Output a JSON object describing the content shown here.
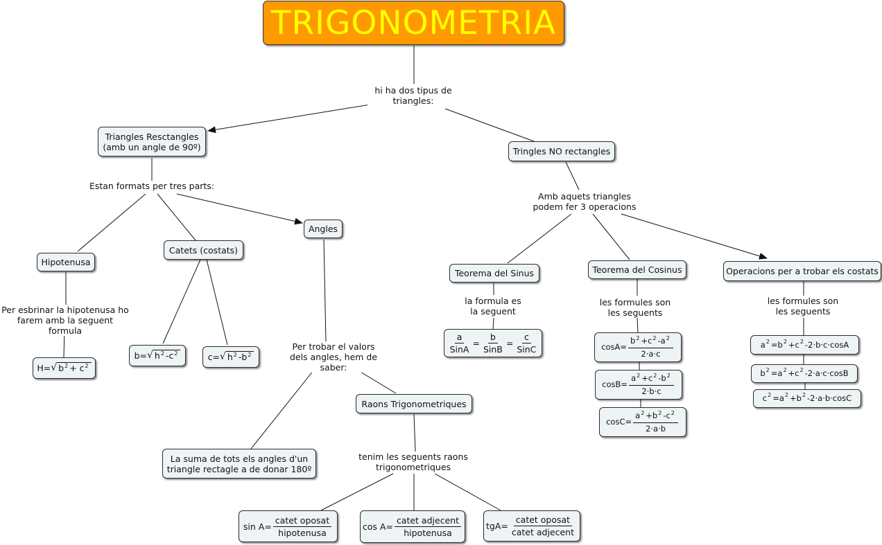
{
  "title": "TRIGONOMETRIA",
  "link_phrases": {
    "two_types": "hi ha dos tipus de\ntriangles:",
    "three_parts": "Estan formats per tres parts:",
    "three_ops": "Amb aquets triangles\npodem fer 3 operacions",
    "hyp_phrase": "Per esbrinar la hipotenusa ho\nfarem amb la seguent formula",
    "angles_phrase": "Per trobar el valors\ndels angles, hem de saber:",
    "trig_ratios_phrase": "tenim les seguents raons\ntrigonometriques",
    "sine_phrase": "la formula es\nla seguent",
    "cosine_phrase": "les formules son\nles seguents",
    "sides_phrase": "les formules son\nles seguents"
  },
  "concepts": {
    "right_triangles": "Triangles Resctangles\n(amb un angle de 90º)",
    "non_right": "Tringles NO rectangles",
    "hypotenuse": "Hipotenusa",
    "legs": "Catets (costats)",
    "angles": "Angles",
    "sine_theorem": "Teorema del Sinus",
    "cosine_theorem": "Teorema del Cosinus",
    "side_ops": "Operacions per a trobar els costats",
    "trig_ratios": "Raons Trigonometriques",
    "angle_sum": "La suma de tots els angles d'un\ntriangle rectagle a de donar 180º"
  },
  "formulas": {
    "hyp": {
      "lhs": "H=",
      "a": "b",
      "b": "c",
      "exp": "2",
      "op": "+"
    },
    "leg_b": {
      "lhs": "b=",
      "a": "h",
      "b": "c",
      "exp": "2",
      "op": "-"
    },
    "leg_c": {
      "lhs": "c=",
      "a": "h",
      "b": "b",
      "exp": "2",
      "op": "-"
    },
    "sine": {
      "t1n": "a",
      "t1d": "SinA",
      "t2n": "b",
      "t2d": "SinB",
      "t3n": "c",
      "t3d": "SinC",
      "eq": "="
    },
    "cosA": {
      "lhs": "cosA=",
      "num": [
        "b",
        "+c",
        "-a"
      ],
      "den": "2·a·c"
    },
    "cosB": {
      "lhs": "cosB=",
      "num": [
        "a",
        "+c",
        "-b"
      ],
      "den": "2·b·c"
    },
    "cosC": {
      "lhs": "cosC=",
      "num": [
        "a",
        "+b",
        "-c"
      ],
      "den": "2·a·b"
    },
    "sideA": {
      "parts": [
        "a",
        "=b",
        "+c",
        "-2·b·c·cosA"
      ]
    },
    "sideB": {
      "parts": [
        "b",
        "=a",
        "+c",
        "-2·a·c·cosB"
      ]
    },
    "sideC": {
      "parts": [
        "c",
        "=a",
        "+b",
        "-2·a·b·cosC"
      ]
    },
    "sin": {
      "lhs": "sin A=",
      "num": "catet oposat",
      "den": "hipotenusa"
    },
    "cos": {
      "lhs": "cos A=",
      "num": "catet adjecent",
      "den": "hipotenusa"
    },
    "tg": {
      "lhs": "tgA=",
      "num": "catet oposat",
      "den": "catet adjecent"
    },
    "sq": "2"
  }
}
